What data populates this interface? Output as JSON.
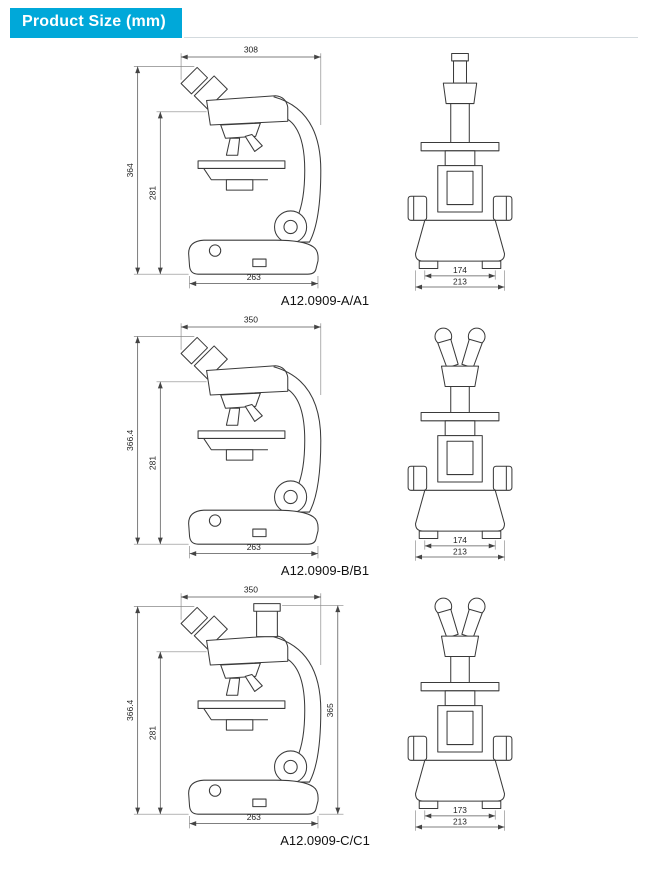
{
  "theme": {
    "accent_color": "#00a8d9",
    "drawing_line_color": "#3a3a3a"
  },
  "header": {
    "title": "Product Size (mm)"
  },
  "figures": [
    {
      "label": "A12.0909-A/A1",
      "side": {
        "top_width": "308",
        "total_height": "364",
        "stage_height": "281",
        "base_width": "263"
      },
      "front": {
        "stage_width": "174",
        "base_width": "213"
      }
    },
    {
      "label": "A12.0909-B/B1",
      "side": {
        "top_width": "350",
        "total_height": "366.4",
        "stage_height": "281",
        "base_width": "263"
      },
      "front": {
        "stage_width": "174",
        "base_width": "213"
      }
    },
    {
      "label": "A12.0909-C/C1",
      "side": {
        "top_width": "350",
        "total_height": "366.4",
        "stage_height": "281",
        "right_height": "365",
        "base_width": "263"
      },
      "front": {
        "stage_width": "173",
        "base_width": "213"
      }
    }
  ]
}
